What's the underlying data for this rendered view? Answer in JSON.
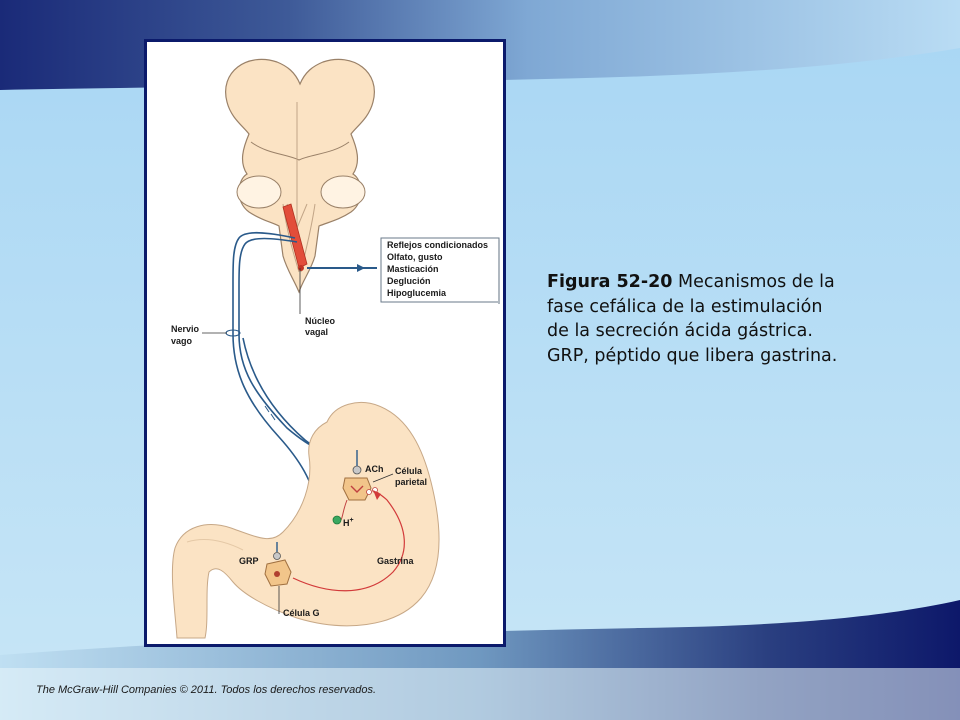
{
  "caption": {
    "figure_number": "Figura 52-20",
    "text": "Mecanismos de la fase cefálica de la estimulación de la secreción ácida gástrica. GRP, péptido que libera gastrina."
  },
  "footer": {
    "text": "The McGraw-Hill Companies © 2011. Todos los derechos reservados."
  },
  "diagram": {
    "stimuli_box": [
      "Reflejos condicionados",
      "Olfato, gusto",
      "Masticación",
      "Deglución",
      "Hipoglucemia"
    ],
    "labels": {
      "nucleo_line1": "Núcleo",
      "nucleo_line2": "vagal",
      "nervio_line1": "Nervio",
      "nervio_line2": "vago",
      "ach": "ACh",
      "celula_parietal_line1": "Célula",
      "celula_parietal_line2": "parietal",
      "h_plus": "H",
      "h_plus_sup": "+",
      "grp": "GRP",
      "gastrina": "Gastrina",
      "celula_g": "Célula G"
    }
  },
  "colors": {
    "frame_border": "#0b1a6b",
    "nerve": "#2a5a8a",
    "tissue": "#fbe3c4",
    "gastrin_arrow": "#d23a3a"
  }
}
